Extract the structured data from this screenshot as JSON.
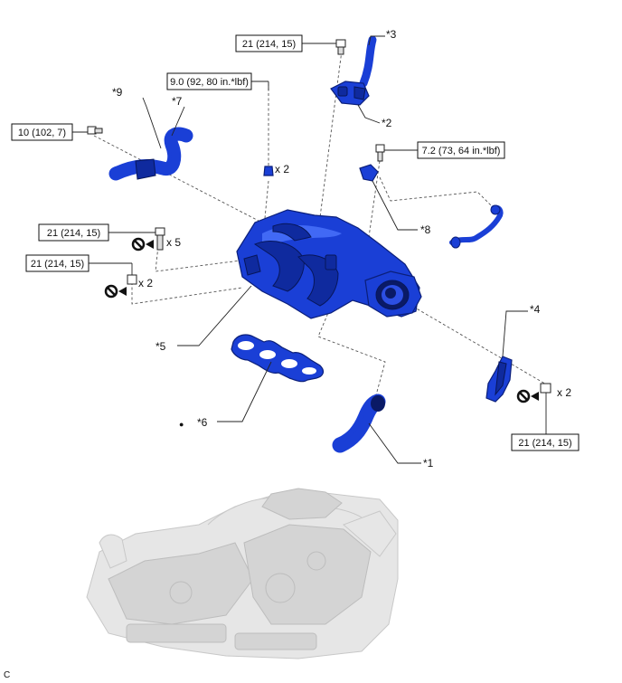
{
  "torque_labels": {
    "t1": "21 (214, 15)",
    "t2": "9.0 (92, 80 in.*lbf)",
    "t3": "10 (102, 7)",
    "t4": "7.2 (73, 64 in.*lbf)",
    "t5": "21 (214, 15)",
    "t6": "21 (214, 15)",
    "t7": "21 (214, 15)"
  },
  "callouts": {
    "c1": "*1",
    "c2": "*2",
    "c3": "*3",
    "c4": "*4",
    "c5": "*5",
    "c6": "*6",
    "c7": "*7",
    "c8": "*8",
    "c9": "*9"
  },
  "quantities": {
    "q1": "x 2",
    "q2": "x 5",
    "q3": "x 2",
    "q4": "x 2"
  },
  "bullet": "●",
  "footer_code": "C",
  "colors": {
    "part_blue": "#1a3fd6",
    "background_engine": "#e6e6e6"
  },
  "icons": [
    "bolt-icon",
    "new-part-no-reuse-icon"
  ]
}
